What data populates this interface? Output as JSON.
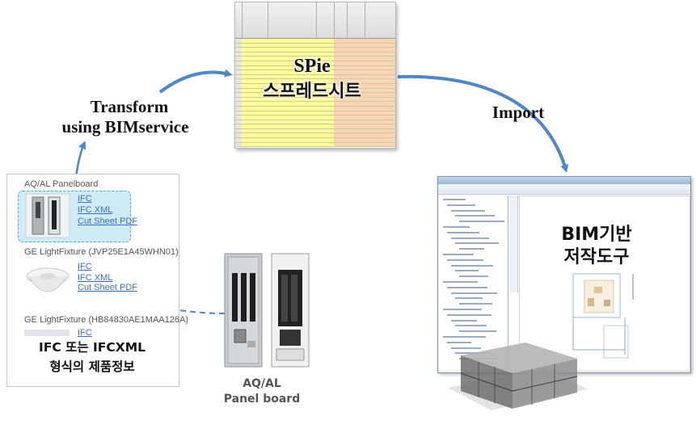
{
  "steps": {
    "transform": {
      "line1": "Transform",
      "line2": "using BIMservice"
    },
    "import": "Import"
  },
  "spreadsheet": {
    "title": "SPie",
    "subtitle": "스프레드시트"
  },
  "catalog": {
    "items": [
      {
        "title": "AQ/AL Panelboard",
        "links": [
          "IFC",
          "IFC XML",
          "Cut Sheet PDF"
        ],
        "icon": "panelboard-thumbnail",
        "highlighted": true
      },
      {
        "title": "GE LightFixture (JVP25E1A45WHN01)",
        "links": [
          "IFC",
          "IFC XML",
          "Cut Sheet PDF"
        ],
        "icon": "light-fixture-thumbnail",
        "highlighted": false
      },
      {
        "title": "GE LightFixture (HB84830AE1MAA126A)",
        "links": [
          "IFC"
        ],
        "icon": "light-fixture-thumbnail",
        "highlighted": false
      }
    ],
    "caption_line1": "IFC 또는 IFCXML",
    "caption_line2": "형식의 제품정보"
  },
  "product": {
    "label_line1": "AQ/AL",
    "label_line2": "Panel board",
    "icon": "panel-board-photo"
  },
  "bim_tool": {
    "label_line1": "BIM기반",
    "label_line2": "저작도구",
    "icon": "bim-authoring-window"
  },
  "colors": {
    "arrow": "#4f86c6",
    "highlight": "#a7dbf0",
    "sheet_yellow": "#ffff99",
    "sheet_orange": "#fcd5b4",
    "link": "#3a6fc9"
  }
}
